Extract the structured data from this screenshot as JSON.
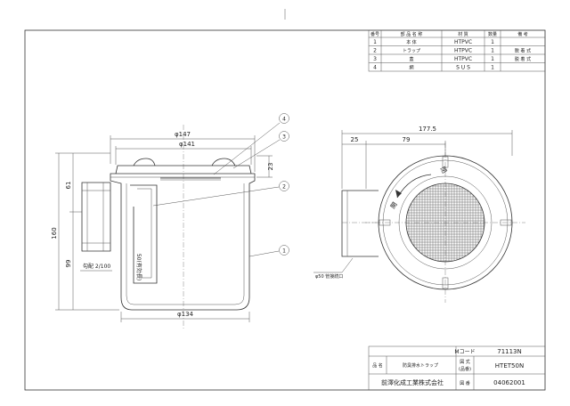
{
  "parts_table": {
    "headers": [
      "番号",
      "部 品 名 称",
      "材 質",
      "数量",
      "備 考"
    ],
    "rows": [
      {
        "no": "1",
        "name": "本 体",
        "material": "HTPVC",
        "qty": "1",
        "note": ""
      },
      {
        "no": "2",
        "name": "トラップ",
        "material": "HTPVC",
        "qty": "1",
        "note": "脱 着 式"
      },
      {
        "no": "3",
        "name": "蓋",
        "material": "HTPVC",
        "qty": "1",
        "note": "脱 着 式"
      },
      {
        "no": "4",
        "name": "網",
        "material": "S U S",
        "qty": "1",
        "note": ""
      }
    ]
  },
  "side_view": {
    "dim_top_outer": "φ147",
    "dim_top_inner": "φ141",
    "dim_bottom": "φ134",
    "dim_total_height": "160",
    "dim_upper": "61",
    "dim_lower": "99",
    "dim_lid": "23",
    "slope_label": "勾配 2/100",
    "pipe_label": "50(有効長)",
    "callouts": [
      "4",
      "3",
      "2",
      "1"
    ]
  },
  "plan_view": {
    "dim_total": "177.5",
    "dim_left": "25",
    "dim_middle": "79",
    "pipe_label": "φ50 管接続口",
    "lid_text_a": "開",
    "lid_text_b": "閉"
  },
  "title_block": {
    "m_code_label": "Mコード",
    "m_code_value": "71113N",
    "name_label": "品 名",
    "name_value": "防臭排水トラップ",
    "drawing_label_1": "図 式",
    "drawing_label_2": "(品番)",
    "drawing_value": "HTET50N",
    "company": "前澤化成工業株式会社",
    "number_label": "図 番",
    "number_value": "04062001"
  }
}
